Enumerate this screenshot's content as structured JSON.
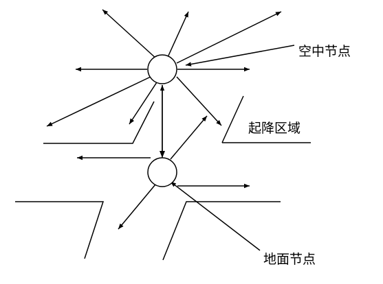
{
  "labels": {
    "air_node": "空中节点",
    "landing_area": "起降区域",
    "ground_node": "地面节点"
  },
  "colors": {
    "stroke": "#000000",
    "background": "#ffffff"
  }
}
